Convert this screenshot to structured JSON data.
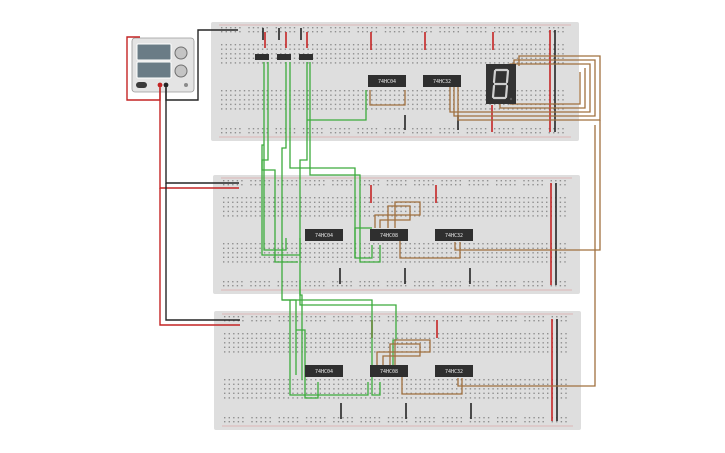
{
  "colors": {
    "background": "#ffffff",
    "breadboard": "#dedede",
    "breadboard_hole": "#8f8f8f",
    "rail_red": "#d42020",
    "rail_dark": "#333333",
    "chip": "#2f2f2f",
    "wire_green": "#3cab3c",
    "wire_brown": "#a0703f",
    "wire_red": "#c42424",
    "wire_black": "#252525",
    "segment_on": "#cfcfcf"
  },
  "power_supply": {
    "name": "power-supply",
    "display_count": 2,
    "knob_count": 2
  },
  "breadboards": [
    {
      "name": "breadboard-top",
      "chips": [
        {
          "name": "chip-74hc04-top",
          "label": "74HC04"
        },
        {
          "name": "chip-74hc32-top",
          "label": "74HC32"
        }
      ],
      "seven_segment": {
        "name": "seven-segment-display",
        "digit": "8"
      },
      "switch_count": 3
    },
    {
      "name": "breadboard-middle",
      "chips": [
        {
          "name": "chip-74hc04-middle",
          "label": "74HC04"
        },
        {
          "name": "chip-74hc08-middle",
          "label": "74HC08"
        },
        {
          "name": "chip-74hc32-middle",
          "label": "74HC32"
        }
      ]
    },
    {
      "name": "breadboard-bottom",
      "chips": [
        {
          "name": "chip-74hc04-bottom",
          "label": "74HC04"
        },
        {
          "name": "chip-74hc08-bottom",
          "label": "74HC08"
        },
        {
          "name": "chip-74hc32-bottom",
          "label": "74HC32"
        }
      ]
    }
  ]
}
